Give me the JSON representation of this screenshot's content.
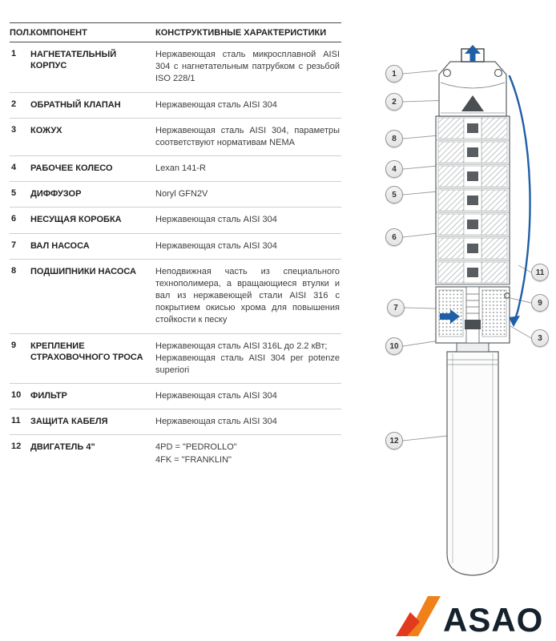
{
  "table": {
    "headers": {
      "pos": "ПОЛ.",
      "component": "КОМПОНЕНТ",
      "spec": "КОНСТРУКТИВНЫЕ ХАРАКТЕРИСТИКИ"
    },
    "rows": [
      {
        "pos": "1",
        "component": "НАГНЕТАТЕЛЬНЫЙ КОРПУС",
        "spec": "Нержавеющая сталь микросплавной AISI 304 с нагнетательным патрубком с резьбой ISO 228/1"
      },
      {
        "pos": "2",
        "component": "ОБРАТНЫЙ КЛАПАН",
        "spec": "Нержавеющая сталь AISI 304"
      },
      {
        "pos": "3",
        "component": "КОЖУХ",
        "spec": "Нержавеющая сталь AISI 304, параметры соответствуют нормативам NEMA"
      },
      {
        "pos": "4",
        "component": "РАБОЧЕЕ КОЛЕСО",
        "spec": "Lexan 141-R"
      },
      {
        "pos": "5",
        "component": "ДИФФУЗОР",
        "spec": "Noryl GFN2V"
      },
      {
        "pos": "6",
        "component": "НЕСУЩАЯ КОРОБКА",
        "spec": "Нержавеющая сталь AISI 304"
      },
      {
        "pos": "7",
        "component": "ВАЛ НАСОСА",
        "spec": "Нержавеющая сталь AISI 304"
      },
      {
        "pos": "8",
        "component": "ПОДШИПНИКИ НАСОСА",
        "spec": "Неподвижная часть из специального технополимера, а вращающиеся втулки и вал из нержавеющей стали AISI 316 с покрытием окисью хрома для повышения стойкости к песку"
      },
      {
        "pos": "9",
        "component": "КРЕПЛЕНИЕ СТРАХОВОЧНОГО ТРОСА",
        "spec": "Нержавеющая сталь AISI 316L до 2.2 кВт;\nНержавеющая сталь AISI 304 per potenze superiori"
      },
      {
        "pos": "10",
        "component": "ФИЛЬТР",
        "spec": "Нержавеющая сталь AISI 304"
      },
      {
        "pos": "11",
        "component": "ЗАЩИТА КАБЕЛЯ",
        "spec": "Нержавеющая сталь AISI 304"
      },
      {
        "pos": "12",
        "component": "ДВИГАТЕЛЬ 4\"",
        "spec": "4PD = \"PEDROLLO\"\n4FK = \"FRANKLIN\""
      }
    ]
  },
  "diagram": {
    "callouts": [
      "1",
      "2",
      "8",
      "4",
      "5",
      "6",
      "11",
      "9",
      "7",
      "3",
      "10",
      "12"
    ]
  },
  "logo": {
    "text": "ASAO"
  },
  "colors": {
    "accent_blue": "#1f5fa6",
    "logo_orange": "#f08019",
    "logo_red": "#e23a1e",
    "logo_text": "#15222d"
  }
}
